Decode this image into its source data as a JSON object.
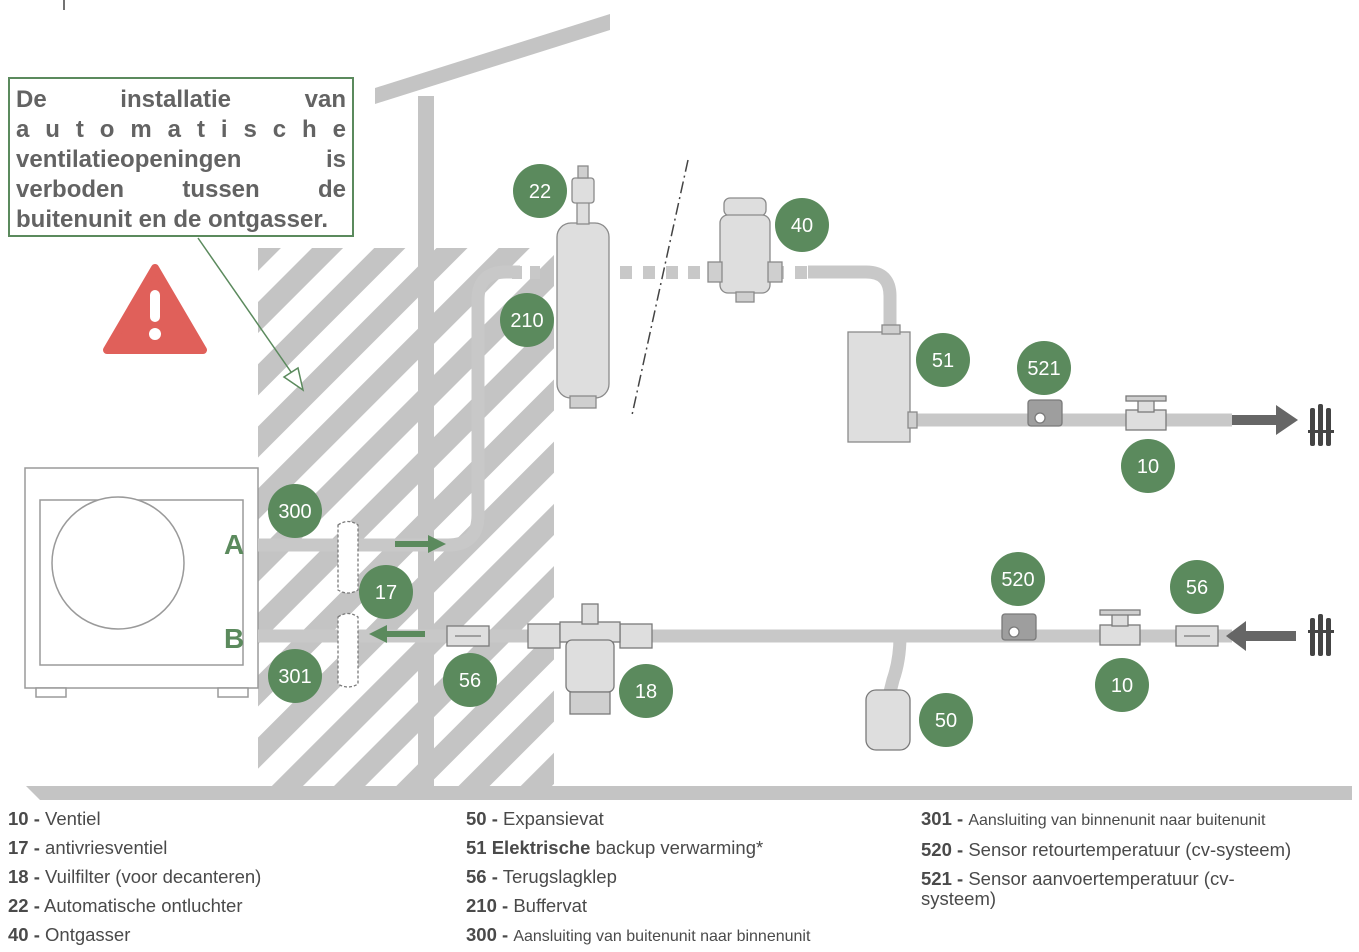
{
  "warning": {
    "lines": [
      [
        "De",
        "installatie",
        "van"
      ],
      [
        "a",
        "u",
        "t",
        "o",
        "m",
        "a",
        "t",
        "i",
        "s",
        "c",
        "h",
        "e"
      ],
      [
        "ventilatieopeningen",
        "is"
      ],
      [
        "verboden",
        "tussen",
        "de"
      ],
      [
        "buitenunit en de ontgasser."
      ]
    ]
  },
  "ports": {
    "a": "A",
    "b": "B"
  },
  "badges": {
    "b22": "22",
    "b40": "40",
    "b210": "210",
    "b51": "51",
    "b521": "521",
    "b10_top": "10",
    "b300": "300",
    "b17": "17",
    "b301": "301",
    "b56_left": "56",
    "b18": "18",
    "b520": "520",
    "b56_right": "56",
    "b10_bottom": "10",
    "b50": "50"
  },
  "legend": {
    "col1": [
      {
        "code": "10 -",
        "text": "Ventiel"
      },
      {
        "code": "17 -",
        "text": "antivriesventiel"
      },
      {
        "code": "18 -",
        "text": "Vuilfilter (voor decanteren)"
      },
      {
        "code": "22 -",
        "text": "Automatische ontluchter"
      },
      {
        "code": "40 -",
        "text": "Ontgasser"
      }
    ],
    "col2": [
      {
        "code": "50 -",
        "text": "Expansievat"
      },
      {
        "code": "51 Elektrische",
        "text": "backup verwarming*"
      },
      {
        "code": "56 -",
        "text": "Terugslagklep"
      },
      {
        "code": "210 -",
        "text": "Buffervat"
      },
      {
        "code": "300 -",
        "text": "Aansluiting van buitenunit naar binnenunit"
      }
    ],
    "col3": [
      {
        "code": "301 -",
        "text": "Aansluiting van binnenunit naar buitenunit"
      },
      {
        "code": "520 -",
        "text": "Sensor retourtemperatuur (cv-systeem)"
      },
      {
        "code": "521 -",
        "text": "Sensor aanvoertemperatuur (cv-systeem)"
      }
    ]
  },
  "colors": {
    "badge": "#5b8a5d",
    "pipe": "#c8c8c8",
    "wall": "#c4c4c4",
    "warning": "#e0605a",
    "arrow": "#666666"
  }
}
